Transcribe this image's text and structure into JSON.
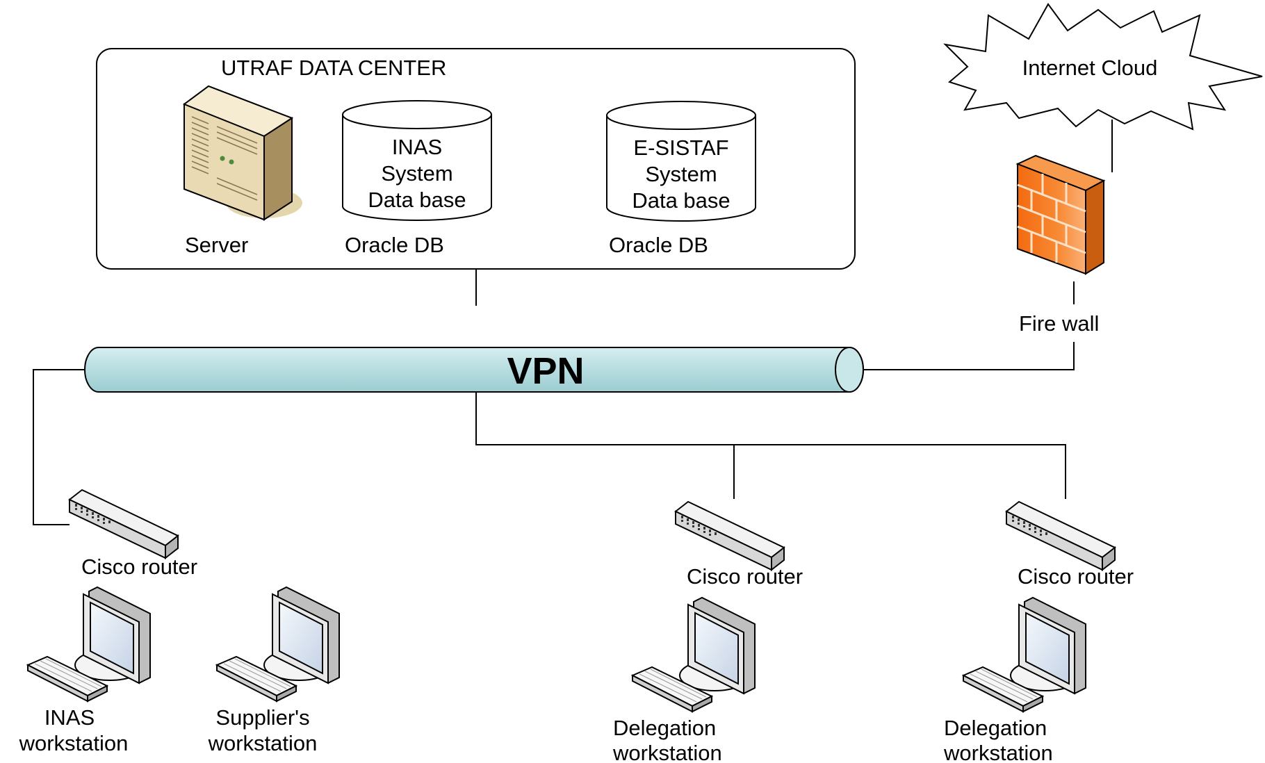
{
  "data_center": {
    "title": "UTRAF DATA CENTER",
    "server_label": "Server",
    "inas_db": {
      "line1": "INAS",
      "line2": "System",
      "line3": "Data base",
      "caption": "Oracle DB"
    },
    "esistaf_db": {
      "line1": "E-SISTAF",
      "line2": "System",
      "line3": "Data base",
      "caption": "Oracle DB"
    }
  },
  "internet": {
    "label": "Internet Cloud"
  },
  "firewall": {
    "label": "Fire wall"
  },
  "vpn": {
    "label": "VPN"
  },
  "routers": {
    "left": "Cisco router",
    "middle": "Cisco router",
    "right": "Cisco router"
  },
  "workstations": {
    "inas": {
      "line1": "INAS",
      "line2": "workstation"
    },
    "supplier": {
      "line1": "Supplier's",
      "line2": "workstation"
    },
    "delegation_1": {
      "line1": "Delegation",
      "line2": "workstation"
    },
    "delegation_2": {
      "line1": "Delegation",
      "line2": "workstation"
    }
  },
  "colors": {
    "vpn_pipe": "#b7dde0",
    "firewall": "#f07a1c",
    "server": "#e6d6b0"
  }
}
